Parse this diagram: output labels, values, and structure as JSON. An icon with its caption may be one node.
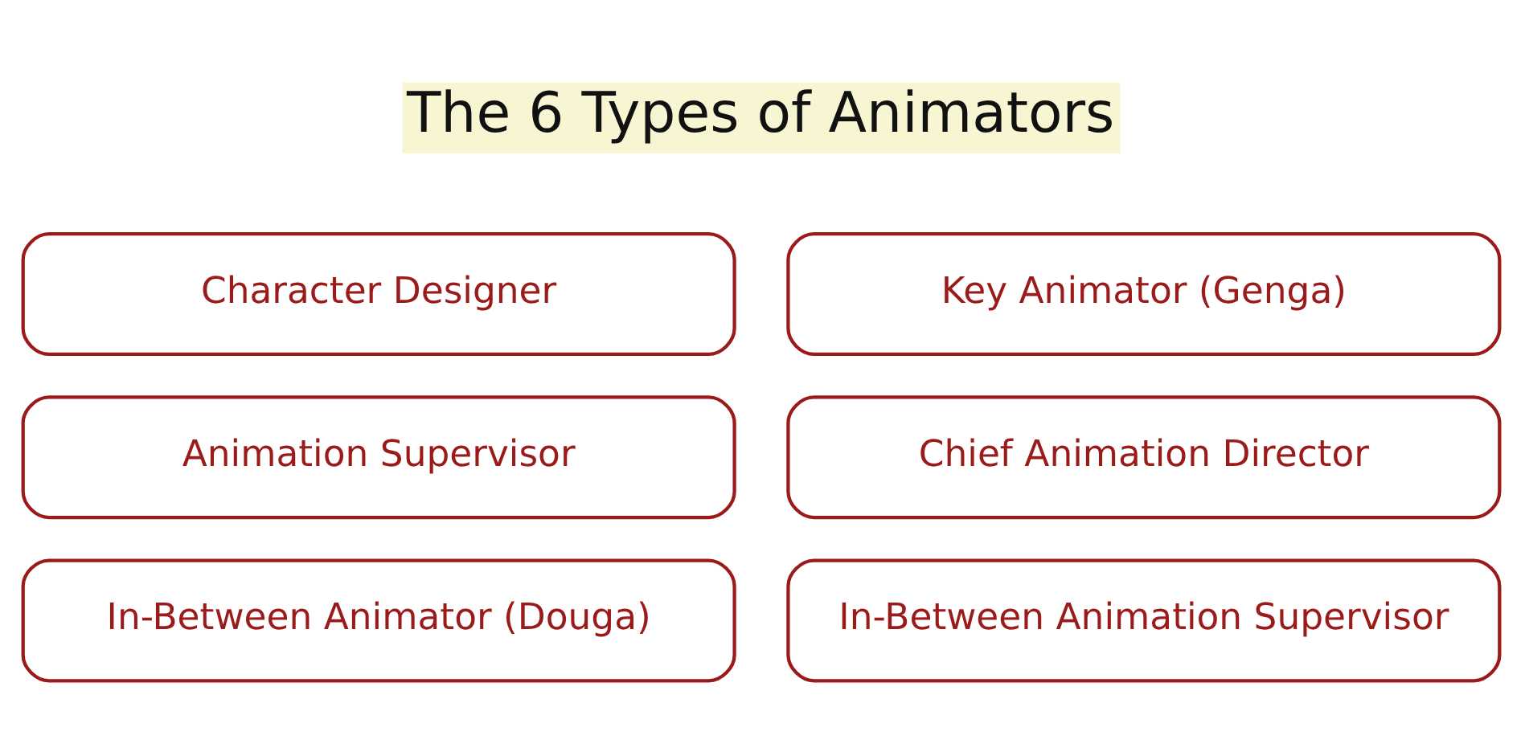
{
  "diagram": {
    "title": "The 6 Types of Animators",
    "nodes": [
      {
        "text": [
          "Character Designer"
        ]
      },
      {
        "text": [
          "Key Animator (Genga)"
        ]
      },
      {
        "text": [
          "Animation Supervisor"
        ]
      },
      {
        "text": [
          "Chief Animation Director"
        ]
      },
      {
        "text": [
          "In-Between Animator (Douga)"
        ]
      },
      {
        "text": [
          "In-Between Animation Supervisor"
        ]
      }
    ]
  }
}
